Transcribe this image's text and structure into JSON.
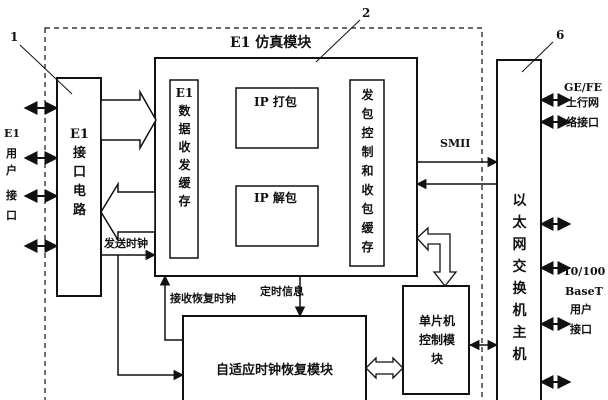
{
  "module_title": "E1 仿真模块",
  "callouts": [
    "1",
    "2",
    "6"
  ],
  "e1_interface": "E1接口电路",
  "e1_buffer": "E1数据收发缓存",
  "ip_pack": "IP 打包",
  "ip_unpack": "IP 解包",
  "packet_buffer": "发包控制和收包缓存",
  "smii": "SMII",
  "ethernet_switch": "以太网交换机主机",
  "mcu": "单片机控制模块",
  "clock_recovery": "自适应时钟恢复模块",
  "send_clock": "发送时钟",
  "recv_clock": "接收恢复时钟",
  "timing_info": "定时信息",
  "e1_user_port": [
    "E1",
    "用",
    "户",
    "接",
    "口"
  ],
  "uplink_port": [
    "GE/FE",
    "上行网",
    "络接口"
  ],
  "user_port": [
    "10/100",
    "BaseT",
    "用户",
    "接口"
  ]
}
